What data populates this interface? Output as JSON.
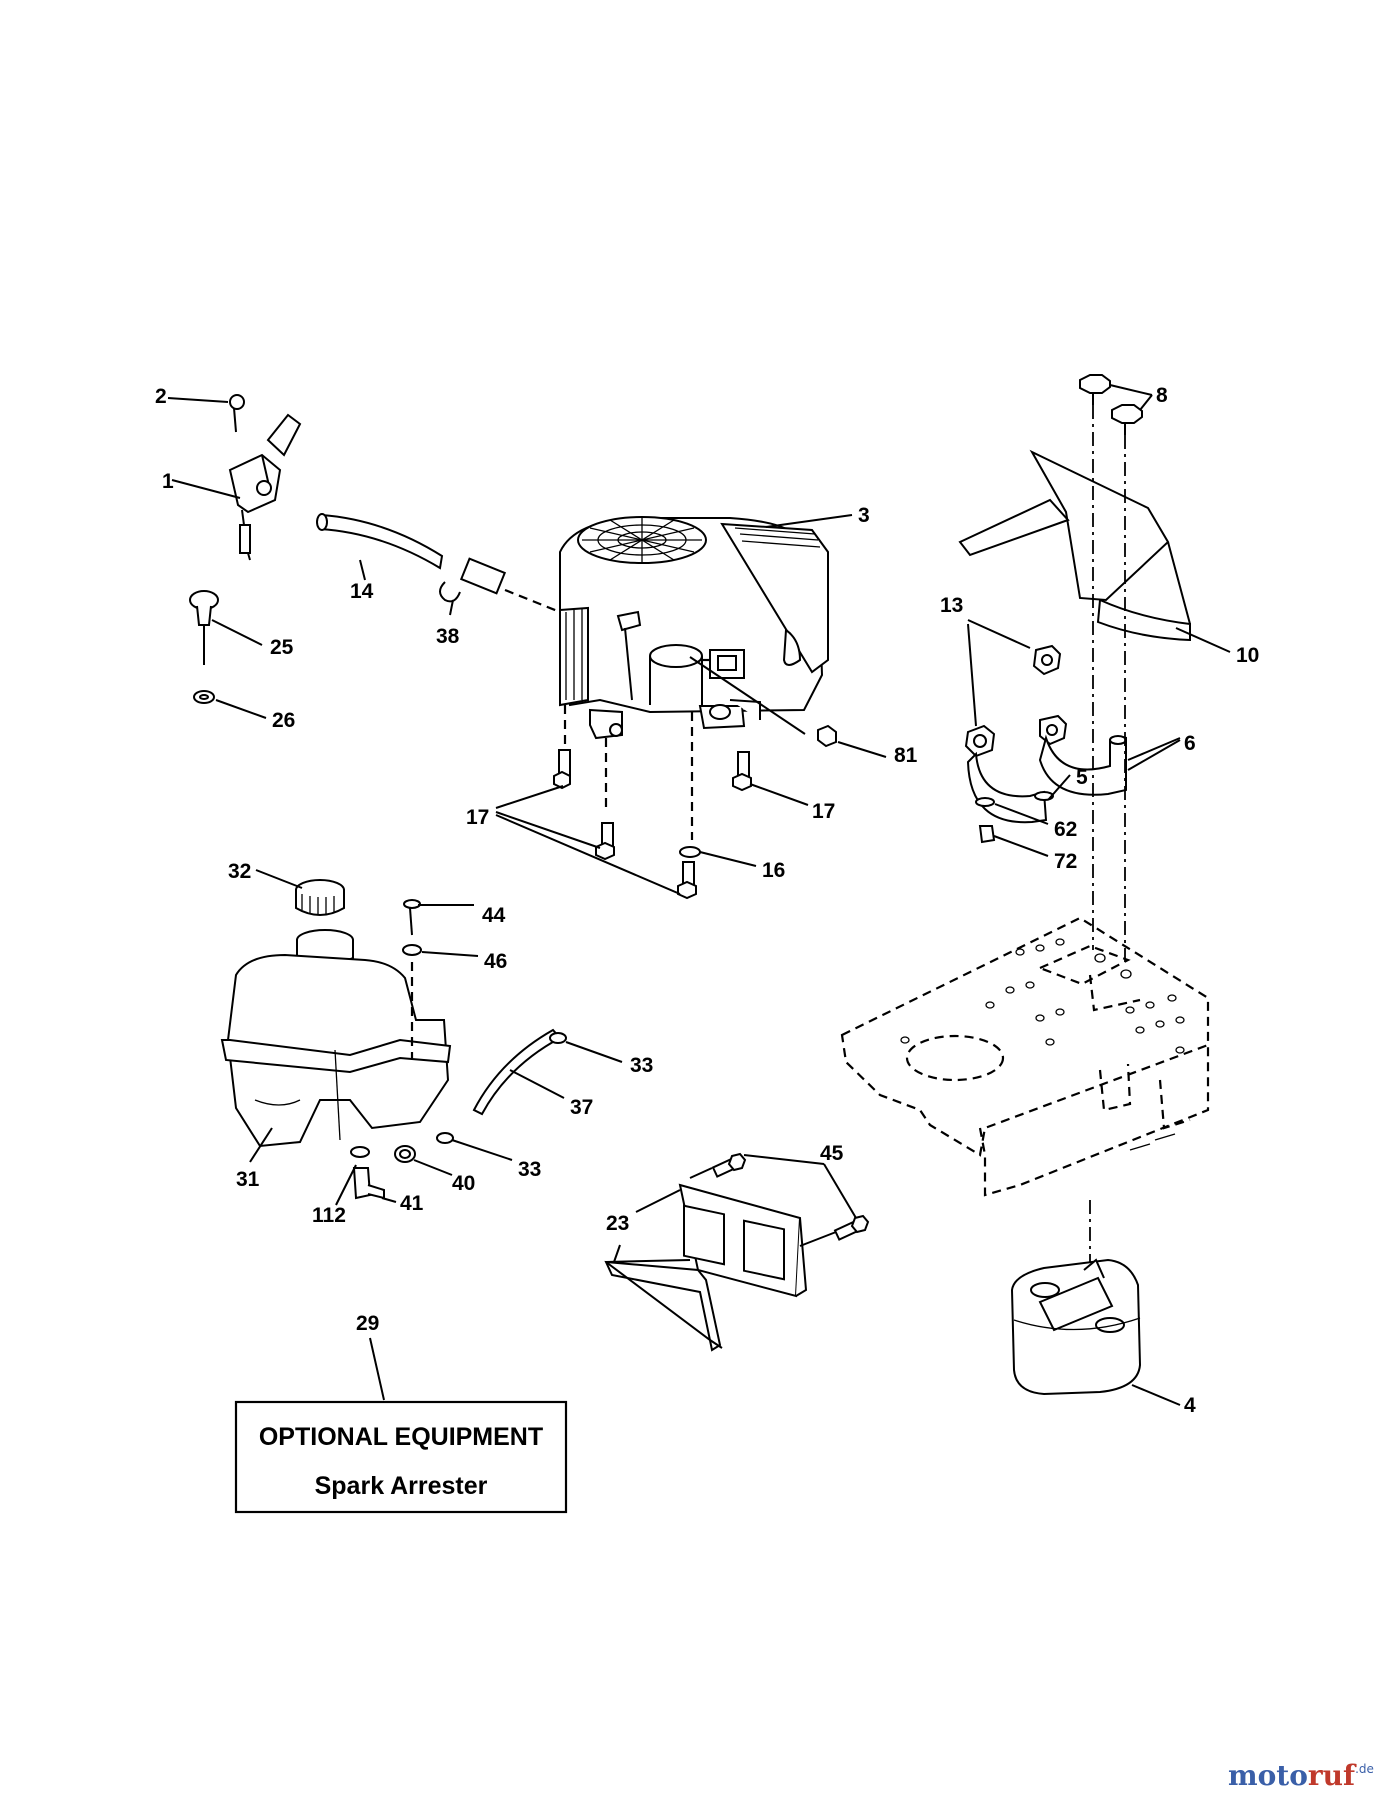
{
  "callouts": {
    "c1": "1",
    "c2": "2",
    "c3": "3",
    "c4": "4",
    "c5": "5",
    "c6": "6",
    "c8": "8",
    "c10": "10",
    "c13": "13",
    "c14": "14",
    "c16": "16",
    "c17a": "17",
    "c17b": "17",
    "c23": "23",
    "c25": "25",
    "c26": "26",
    "c29": "29",
    "c31": "31",
    "c32": "32",
    "c33a": "33",
    "c33b": "33",
    "c37": "37",
    "c38": "38",
    "c40": "40",
    "c41": "41",
    "c44": "44",
    "c45": "45",
    "c46": "46",
    "c62": "62",
    "c72": "72",
    "c81": "81",
    "c112": "112"
  },
  "optional_box": {
    "title": "OPTIONAL EQUIPMENT",
    "subtitle": "Spark Arrester"
  },
  "watermark": {
    "brand_a": "moto",
    "brand_b": "ruf",
    "tld": ".de",
    "colors": {
      "blue": "#3a5fa8",
      "red": "#c0392b"
    }
  }
}
